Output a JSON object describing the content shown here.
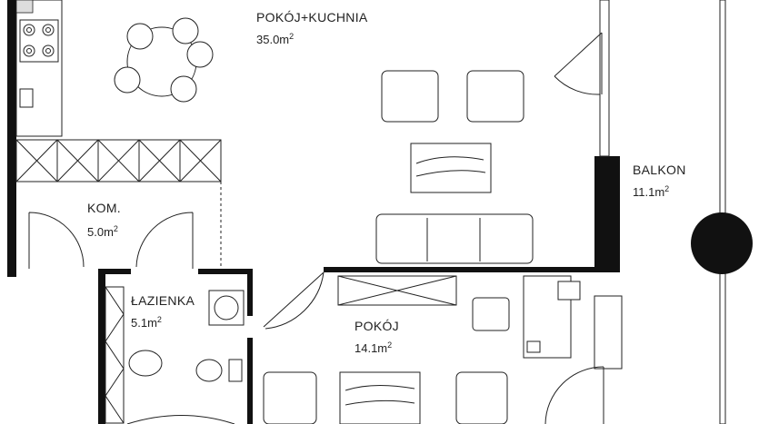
{
  "floorplan": {
    "rooms": [
      {
        "id": "living",
        "name": "POKÓJ+KUCHNIA",
        "area_value": "35.0m",
        "area_sup": "2"
      },
      {
        "id": "balcony",
        "name": "BALKON",
        "area_value": "11.1m",
        "area_sup": "2"
      },
      {
        "id": "storage",
        "name": "KOM.",
        "area_value": "5.0m",
        "area_sup": "2"
      },
      {
        "id": "bathroom",
        "name": "ŁAZIENKA",
        "area_value": "5.1m",
        "area_sup": "2"
      },
      {
        "id": "bedroom",
        "name": "POKÓJ",
        "area_value": "14.1m",
        "area_sup": "2"
      }
    ]
  },
  "colors": {
    "wall": "#111111",
    "line": "#222222",
    "background": "#ffffff"
  }
}
